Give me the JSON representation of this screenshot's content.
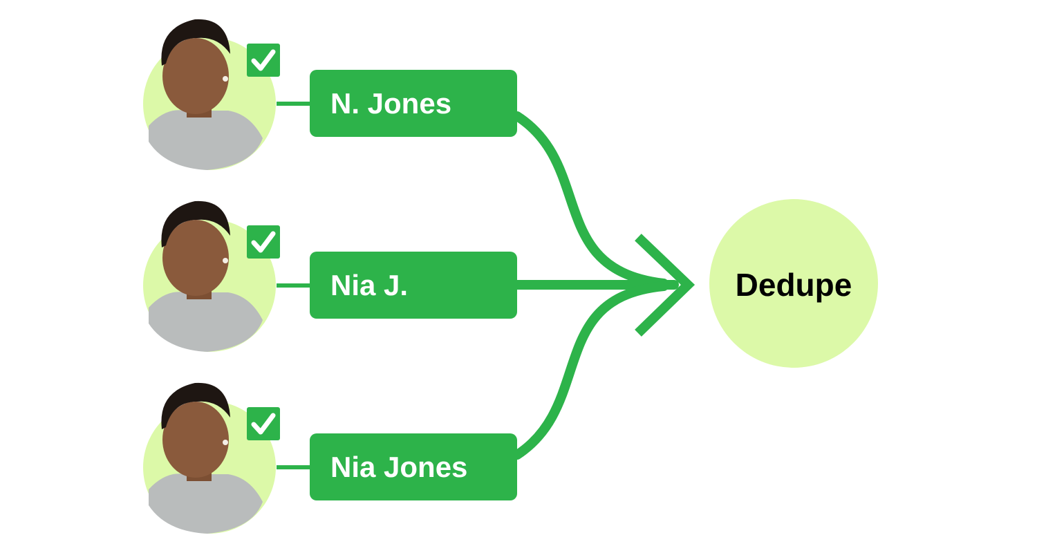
{
  "colors": {
    "accent": "#2db34a",
    "avatar_bg": "#dcf9a8",
    "target_bg": "#dcf9a8",
    "skin": "#8a5a3c",
    "hair": "#1e1612",
    "hoodie": "#b9bcbc",
    "check": "#ffffff"
  },
  "records": [
    {
      "label": "N. Jones",
      "checked": true
    },
    {
      "label": "Nia J.",
      "checked": true
    },
    {
      "label": "Nia Jones",
      "checked": true
    }
  ],
  "target": {
    "label": "Dedupe"
  },
  "icons": {
    "avatar": "person-photo-avatar-icon",
    "check": "checkmark-icon",
    "arrow": "arrow-head-icon"
  }
}
